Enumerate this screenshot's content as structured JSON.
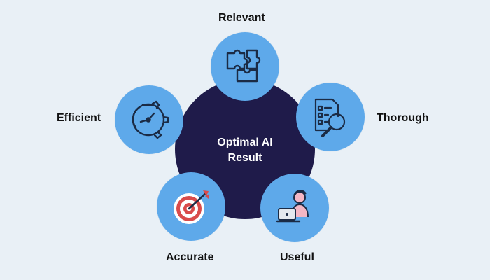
{
  "center": {
    "title_line1": "Optimal AI",
    "title_line2": "Result"
  },
  "nodes": {
    "relevant": {
      "label": "Relevant",
      "icon": "puzzle-icon"
    },
    "efficient": {
      "label": "Efficient",
      "icon": "clock-gear-icon"
    },
    "thorough": {
      "label": "Thorough",
      "icon": "document-magnifier-icon"
    },
    "accurate": {
      "label": "Accurate",
      "icon": "target-arrow-icon"
    },
    "useful": {
      "label": "Useful",
      "icon": "person-laptop-icon"
    }
  },
  "colors": {
    "background": "#e9f0f6",
    "center": "#1f1b4a",
    "node": "#5ea9ea",
    "text": "#111111",
    "icon_dark": "#1b2b45",
    "icon_red": "#d94b4b",
    "icon_pink": "#f4b6c4"
  }
}
